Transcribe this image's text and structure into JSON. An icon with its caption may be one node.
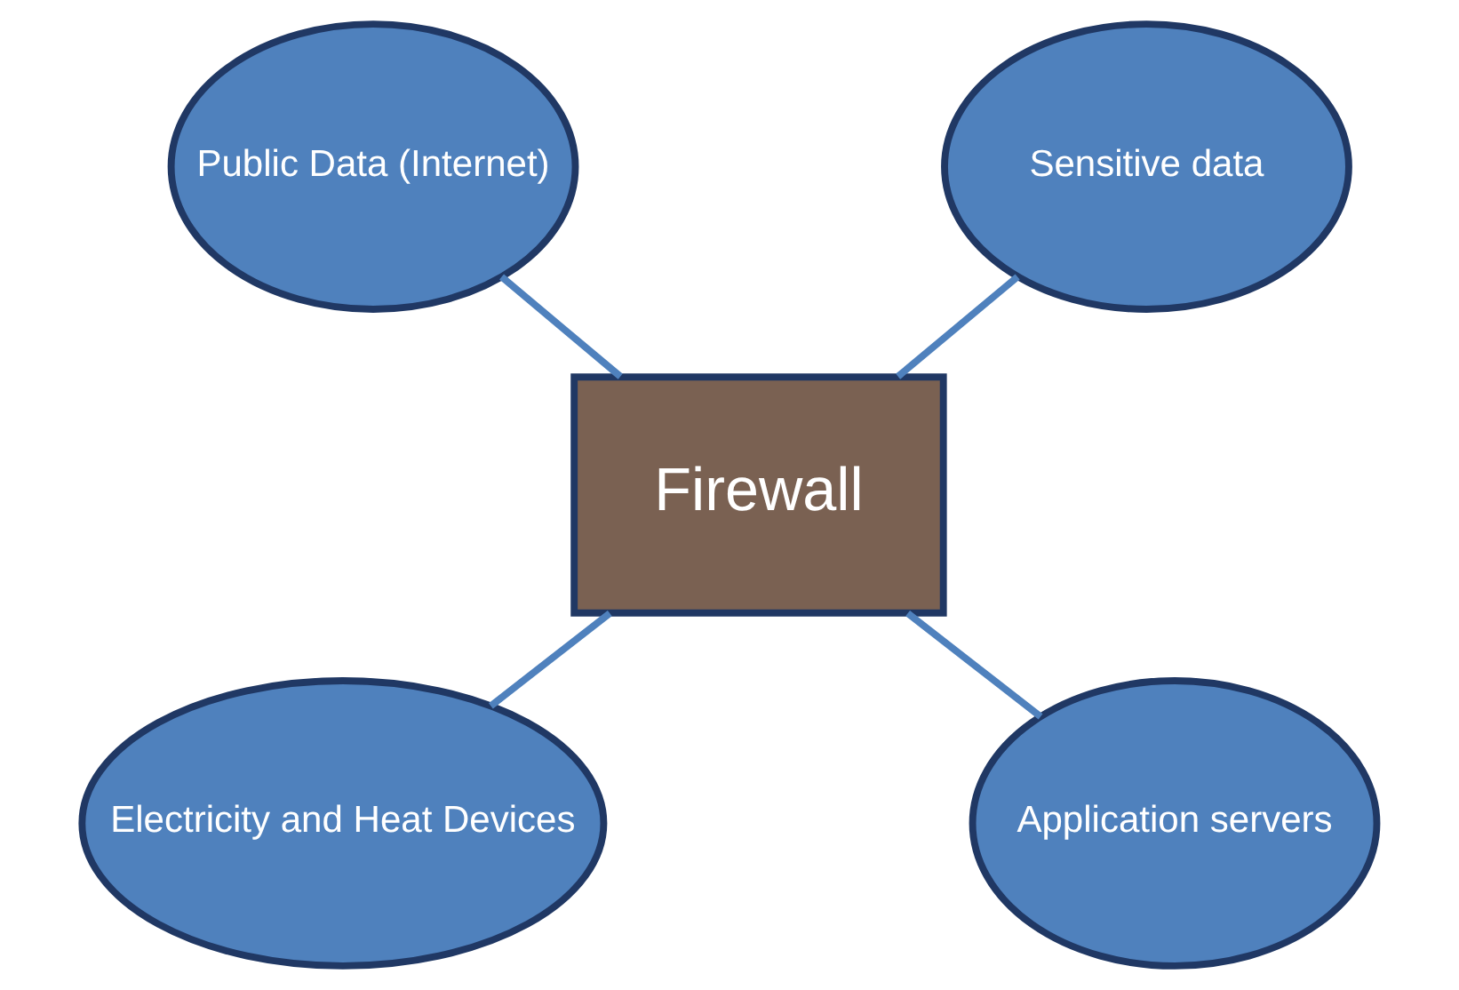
{
  "diagram": {
    "nodes": [
      {
        "text": [
          "Public Data (Internet)"
        ]
      },
      {
        "text": [
          "Sensitive data"
        ]
      },
      {
        "text": [
          "Firewall"
        ]
      },
      {
        "text": [
          "Electricity and Heat Devices"
        ]
      },
      {
        "text": [
          "Application servers"
        ]
      }
    ],
    "edges": [
      {
        "from": 0,
        "to": 2,
        "arrow": "none"
      },
      {
        "from": 1,
        "to": 2,
        "arrow": "none"
      },
      {
        "from": 2,
        "to": 3,
        "arrow": "none"
      },
      {
        "from": 2,
        "to": 4,
        "arrow": "none"
      }
    ]
  }
}
